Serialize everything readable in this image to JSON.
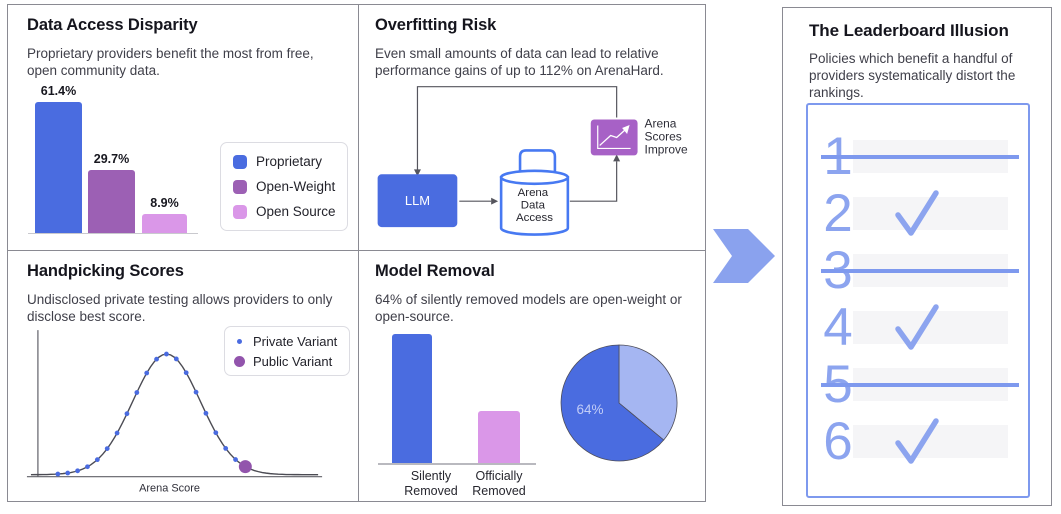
{
  "panels": {
    "data_access": {
      "title": "Data Access Disparity",
      "description": "Proprietary providers benefit the most from free, open community data.",
      "chart_data": {
        "type": "bar",
        "categories": [
          "Proprietary",
          "Open-Weight",
          "Open Source"
        ],
        "values": [
          61.4,
          29.7,
          8.9
        ],
        "value_labels": [
          "61.4%",
          "29.7%",
          "8.9%"
        ],
        "colors": [
          "#4a6ce0",
          "#9c60b4",
          "#da97e8"
        ],
        "ylim": [
          0,
          65
        ],
        "legend_position": "right"
      }
    },
    "overfitting_risk": {
      "title": "Overfitting Risk",
      "description": "Even small amounts of data can lead to relative performance gains of up to 112% on ArenaHard.",
      "flow": {
        "llm": "LLM",
        "database": [
          "Arena",
          "Data",
          "Access"
        ],
        "outcome": [
          "Arena",
          "Scores",
          "Improve"
        ]
      }
    },
    "handpicking_scores": {
      "title": "Handpicking Scores",
      "description": "Undisclosed private testing allows providers to only disclose best score.",
      "chart_data": {
        "type": "line",
        "shape": "bell-curve",
        "xlabel": "Arena Score",
        "series": [
          {
            "name": "Private Variant",
            "marker": "small-dot",
            "color": "#4a6be0",
            "count": 19,
            "placement": "along curve"
          },
          {
            "name": "Public Variant",
            "marker": "large-dot",
            "color": "#9254ac",
            "count": 1,
            "placement": "right tail of curve"
          }
        ]
      }
    },
    "model_removal": {
      "title": "Model Removal",
      "description": "64% of silently removed models are open-weight or open-source.",
      "chart_data": [
        {
          "type": "bar",
          "categories": [
            "Silently Removed",
            "Officially Removed"
          ],
          "relative_values": [
            1,
            0.4
          ],
          "colors": [
            "#4a6ce0",
            "#da97e8"
          ]
        },
        {
          "type": "pie",
          "slices": [
            {
              "label": "64%",
              "value": 64,
              "color": "#4a6ce0"
            },
            {
              "label": "",
              "value": 36,
              "color": "#a5b6f2"
            }
          ]
        }
      ]
    }
  },
  "conclusion": {
    "title": "The Leaderboard Illusion",
    "description": "Policies which benefit a handful of providers systematically distort the rankings.",
    "leaderboard": [
      {
        "rank": "1",
        "status": "struck"
      },
      {
        "rank": "2",
        "status": "checked"
      },
      {
        "rank": "3",
        "status": "struck"
      },
      {
        "rank": "4",
        "status": "checked"
      },
      {
        "rank": "5",
        "status": "struck"
      },
      {
        "rank": "6",
        "status": "checked"
      }
    ]
  },
  "colors": {
    "accent_blue": "#4a6ce0",
    "cylinder_blue": "#4779f2",
    "periwinkle": "#8ca4ef",
    "purple_bar": "#9c60b4",
    "icon_purple": "#a761c6",
    "light_purple": "#da97e8",
    "pie_light": "#a5b6f2"
  }
}
